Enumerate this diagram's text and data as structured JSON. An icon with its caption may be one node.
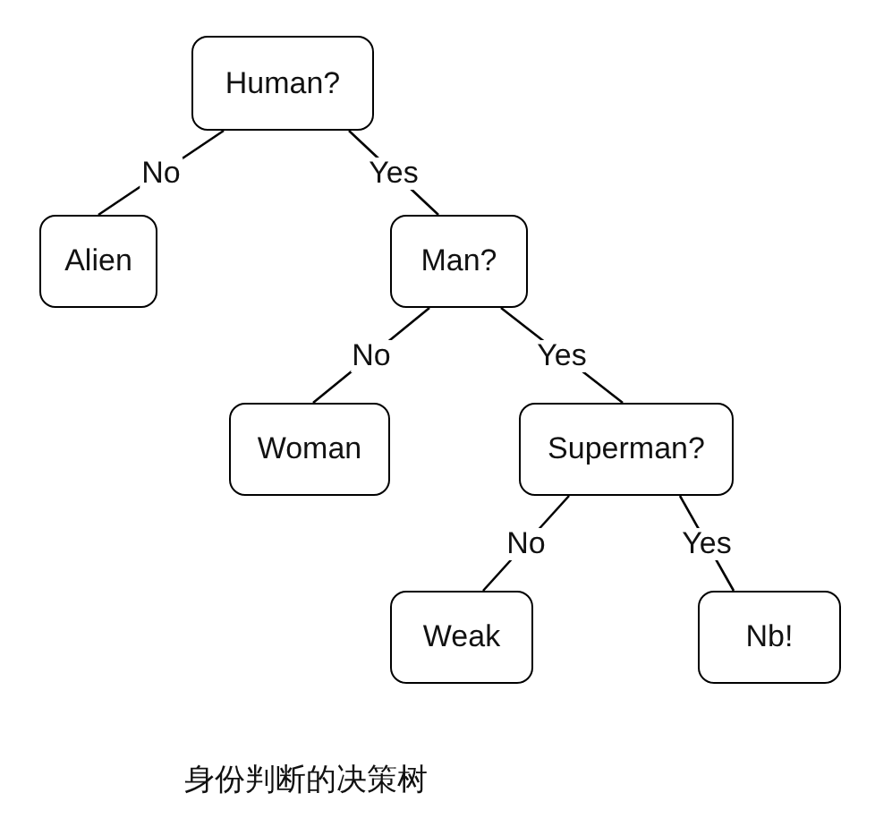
{
  "diagram": {
    "caption": "身份判断的决策树",
    "nodes": [
      {
        "text": [
          "Human?"
        ]
      },
      {
        "text": [
          "Alien"
        ]
      },
      {
        "text": [
          "Man?"
        ]
      },
      {
        "text": [
          "Woman"
        ]
      },
      {
        "text": [
          "Superman?"
        ]
      },
      {
        "text": [
          "Weak"
        ]
      },
      {
        "text": [
          "Nb!"
        ]
      }
    ],
    "edges": [
      {
        "from": 0,
        "to": 1,
        "arrow": "none",
        "label": "No"
      },
      {
        "from": 0,
        "to": 2,
        "arrow": "none",
        "label": "Yes"
      },
      {
        "from": 2,
        "to": 3,
        "arrow": "none",
        "label": "No"
      },
      {
        "from": 2,
        "to": 4,
        "arrow": "none",
        "label": "Yes"
      },
      {
        "from": 4,
        "to": 5,
        "arrow": "none",
        "label": "No"
      },
      {
        "from": 4,
        "to": 6,
        "arrow": "none",
        "label": "Yes"
      }
    ]
  }
}
